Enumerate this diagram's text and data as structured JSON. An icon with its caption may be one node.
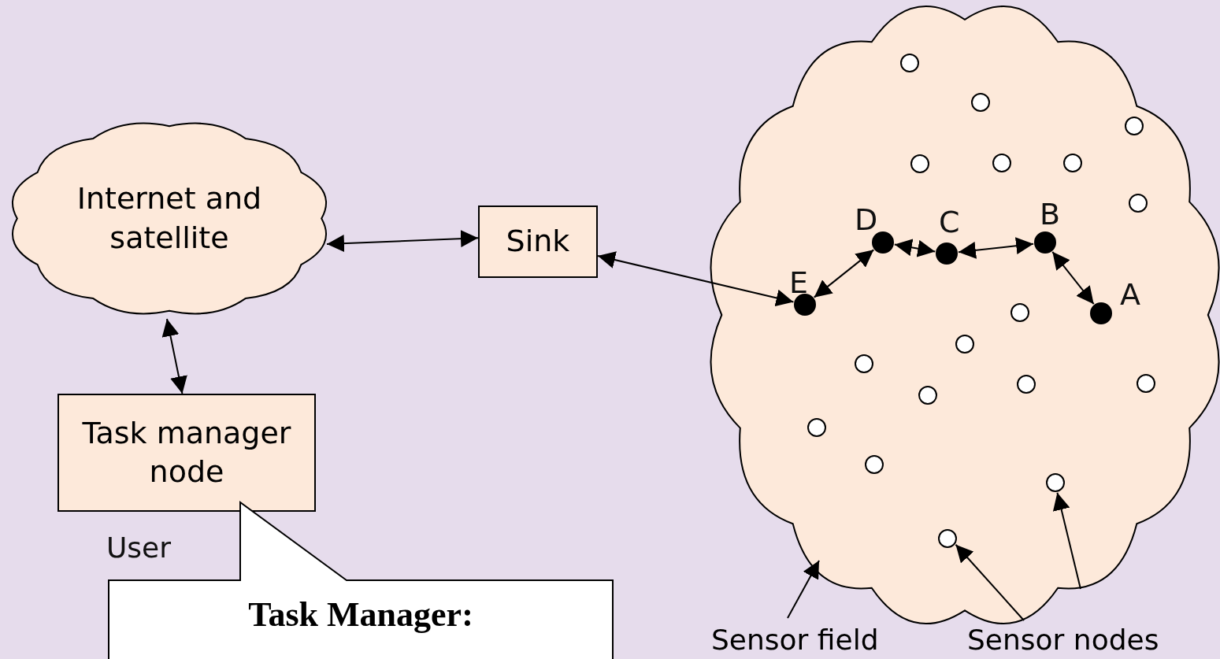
{
  "diagram": {
    "nodes": [
      {
        "text": [
          "Internet and satellite"
        ]
      },
      {
        "text": [
          "Sink"
        ]
      },
      {
        "text": [
          "Task manager node"
        ]
      },
      {
        "text": [],
        "shape": "cloud"
      },
      {
        "text": [],
        "shape": "circle",
        "in": 3
      },
      {
        "text": [],
        "shape": "circle",
        "in": 3
      },
      {
        "text": [],
        "shape": "circle",
        "in": 3
      },
      {
        "text": [],
        "shape": "circle",
        "in": 3
      },
      {
        "text": [],
        "shape": "circle",
        "in": 3
      },
      {
        "text": [],
        "shape": "circle",
        "in": 3
      },
      {
        "text": [],
        "shape": "circle",
        "in": 3
      },
      {
        "text": [],
        "shape": "circle",
        "in": 3
      },
      {
        "text": [],
        "shape": "circle",
        "in": 3
      },
      {
        "text": [],
        "shape": "circle",
        "in": 3
      },
      {
        "text": [],
        "shape": "circle",
        "in": 3
      },
      {
        "text": [],
        "shape": "circle",
        "in": 3
      },
      {
        "text": [],
        "shape": "circle",
        "in": 3
      },
      {
        "text": [],
        "shape": "circle",
        "in": 3
      },
      {
        "text": [],
        "shape": "circle",
        "in": 3
      },
      {
        "text": [],
        "shape": "circle",
        "in": 3
      },
      {
        "text": [],
        "shape": "circle",
        "in": 3
      },
      {
        "text": [],
        "shape": "circle",
        "in": 3,
        "beside": [
          "E"
        ]
      },
      {
        "text": [],
        "shape": "circle",
        "in": 3,
        "beside": [
          "D"
        ]
      },
      {
        "text": [],
        "shape": "circle",
        "in": 3,
        "beside": [
          "C"
        ]
      },
      {
        "text": [],
        "shape": "circle",
        "in": 3,
        "beside": [
          "B"
        ]
      },
      {
        "text": [],
        "shape": "circle",
        "in": 3,
        "beside": [
          "A"
        ]
      },
      {
        "text": [
          "Task Manager:"
        ]
      },
      {
        "text": [
          "Sensor field"
        ]
      },
      {
        "text": [
          "Sensor nodes"
        ]
      }
    ],
    "edges": [
      {
        "from": 0,
        "to": 1,
        "arrow": "both"
      },
      {
        "from": 0,
        "to": 2,
        "arrow": "both"
      },
      {
        "from": 1,
        "to": 21,
        "arrow": "both"
      },
      {
        "from": 21,
        "to": 22,
        "arrow": "both"
      },
      {
        "from": 22,
        "to": 23,
        "arrow": "both"
      },
      {
        "from": 23,
        "to": 24,
        "arrow": "both"
      },
      {
        "from": 24,
        "to": 25,
        "arrow": "both"
      },
      {
        "from": 27,
        "to": 3,
        "arrow": "to"
      },
      {
        "from": 28,
        "to": 20,
        "arrow": "to"
      },
      {
        "from": 28,
        "to": 19,
        "arrow": "to"
      }
    ],
    "labels": [
      "User"
    ]
  }
}
